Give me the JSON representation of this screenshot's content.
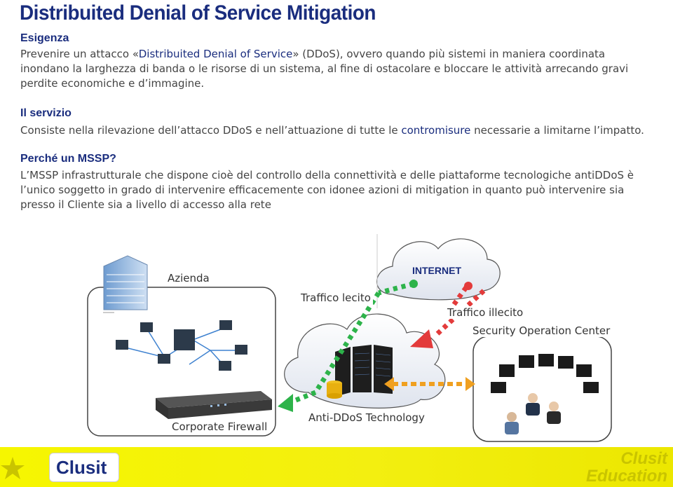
{
  "title": "Distribuited Denial of Service Mitigation",
  "sections": {
    "esigenza": {
      "heading": "Esigenza",
      "p_before": "Prevenire un attacco «",
      "p_emph": "Distribuited Denial of Service",
      "p_after": "» (DDoS), ovvero quando più sistemi in maniera coordinata inondano la larghezza di banda o le risorse di un sistema, al fine di ostacolare e bloccare le attività arrecando gravi perdite economiche e d’immagine."
    },
    "servizio": {
      "heading": "Il servizio",
      "p_before": "Consiste nella rilevazione dell’attacco DDoS e nell’attuazione di tutte le ",
      "p_emph": "contromisure",
      "p_after": " necessarie a limitarne l’impatto."
    },
    "mssp": {
      "heading": "Perché un MSSP?",
      "text": "L’MSSP infrastrutturale che dispone cioè del controllo della connettività e delle piattaforme tecnologiche antiDDoS è l’unico soggetto in grado di intervenire efficacemente con idonee azioni di mitigation in quanto può intervenire sia presso il Cliente sia a livello di accesso alla rete"
    }
  },
  "diagram": {
    "azienda": "Azienda",
    "traffico_lecito": "Traffico lecito",
    "traffico_illecito": "Traffico illecito",
    "soc": "Security Operation Center",
    "internet": "INTERNET",
    "firewall": "Corporate Firewall",
    "anti_ddos": "Anti-DDoS Technology"
  },
  "colors": {
    "title": "#1a2d7e",
    "legit": "#2db34a",
    "illegal": "#e33b3b",
    "orange": "#f0a020",
    "footer": "#f3ef10"
  },
  "footer": {
    "logo": "Clusit",
    "brand_1": "Clusit",
    "brand_2": "Education"
  }
}
